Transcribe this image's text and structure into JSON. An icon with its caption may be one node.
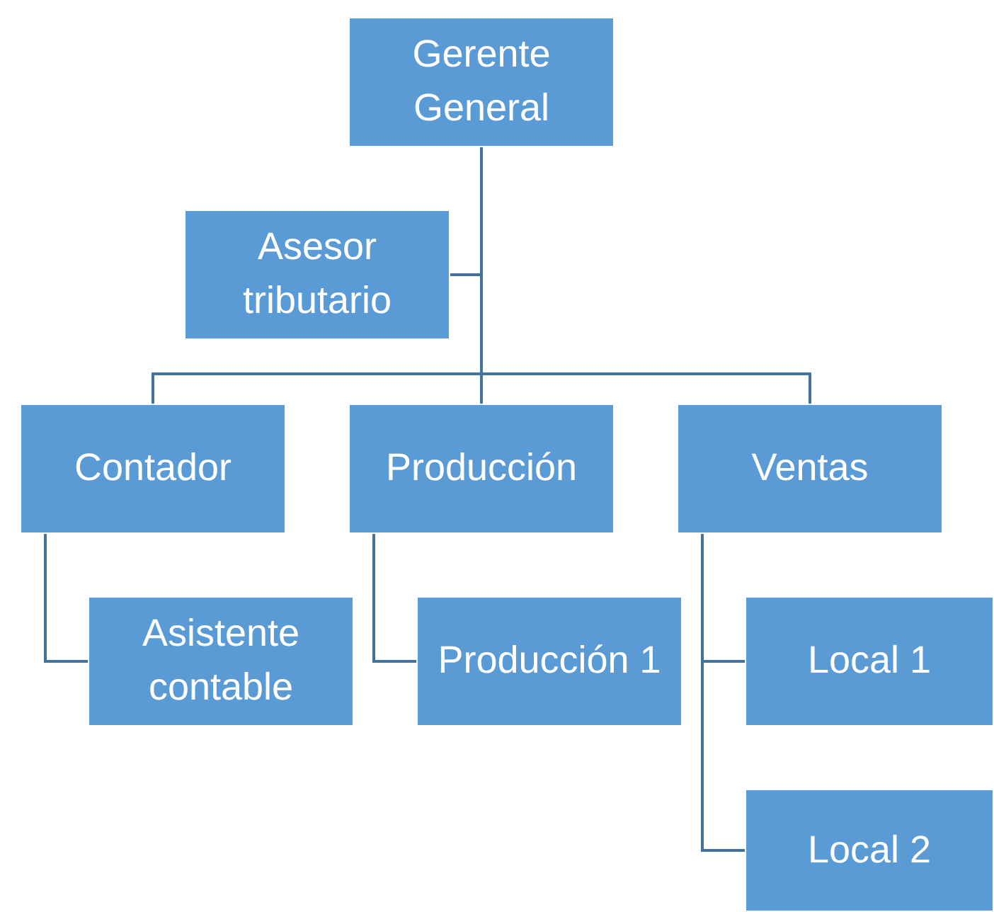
{
  "diagram": {
    "nodes": [
      {
        "text": [
          "Gerente General"
        ]
      },
      {
        "text": [
          "Asesor tributario"
        ]
      },
      {
        "text": [
          "Contador"
        ]
      },
      {
        "text": [
          "Producción"
        ]
      },
      {
        "text": [
          "Ventas"
        ]
      },
      {
        "text": [
          "Asistente contable"
        ]
      },
      {
        "text": [
          "Producción 1"
        ]
      },
      {
        "text": [
          "Local 1"
        ]
      },
      {
        "text": [
          "Local 2"
        ]
      }
    ],
    "edges": [
      {
        "from": 0,
        "to": 1,
        "arrow": "none"
      },
      {
        "from": 0,
        "to": 2,
        "arrow": "none"
      },
      {
        "from": 0,
        "to": 3,
        "arrow": "none"
      },
      {
        "from": 0,
        "to": 4,
        "arrow": "none"
      },
      {
        "from": 2,
        "to": 5,
        "arrow": "none"
      },
      {
        "from": 3,
        "to": 6,
        "arrow": "none"
      },
      {
        "from": 4,
        "to": 7,
        "arrow": "none"
      },
      {
        "from": 4,
        "to": 8,
        "arrow": "none"
      }
    ]
  }
}
